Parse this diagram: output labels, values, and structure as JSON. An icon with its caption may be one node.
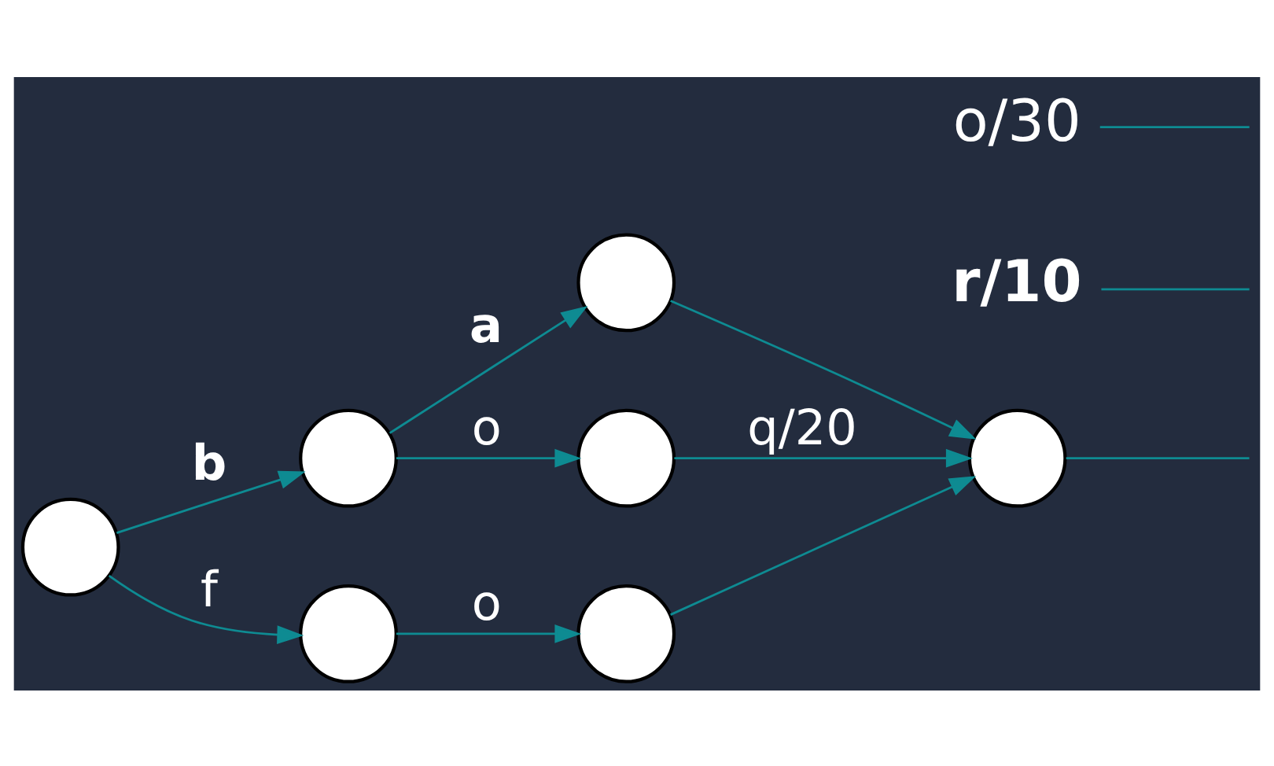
{
  "diagram": {
    "nodes": [
      {
        "text": [],
        "shape": "circle"
      },
      {
        "text": [],
        "shape": "circle"
      },
      {
        "text": [],
        "shape": "circle"
      },
      {
        "text": [],
        "shape": "circle"
      },
      {
        "text": [],
        "shape": "circle"
      },
      {
        "text": [],
        "shape": "circle"
      },
      {
        "text": [],
        "shape": "circle"
      },
      {
        "text": [
          "r/10"
        ]
      },
      {
        "text": [
          "o/30"
        ]
      }
    ],
    "edges": [
      {
        "from": 0,
        "to": 1,
        "arrow": "to",
        "label": "b"
      },
      {
        "from": 1,
        "to": 2,
        "arrow": "to",
        "label": "a"
      },
      {
        "from": 1,
        "to": 3,
        "arrow": "to",
        "label": "o"
      },
      {
        "from": 2,
        "to": 4,
        "arrow": "to"
      },
      {
        "from": 3,
        "to": 4,
        "arrow": "to",
        "label": "q/20"
      },
      {
        "from": 0,
        "to": 5,
        "arrow": "to",
        "label": "f"
      },
      {
        "from": 5,
        "to": 6,
        "arrow": "to",
        "label": "o"
      },
      {
        "from": 6,
        "to": 4,
        "arrow": "to"
      },
      {
        "from": 7,
        "to": null,
        "arrow": "none"
      },
      {
        "from": 4,
        "to": null,
        "arrow": "none"
      },
      {
        "from": 8,
        "to": null,
        "arrow": "none"
      }
    ]
  }
}
